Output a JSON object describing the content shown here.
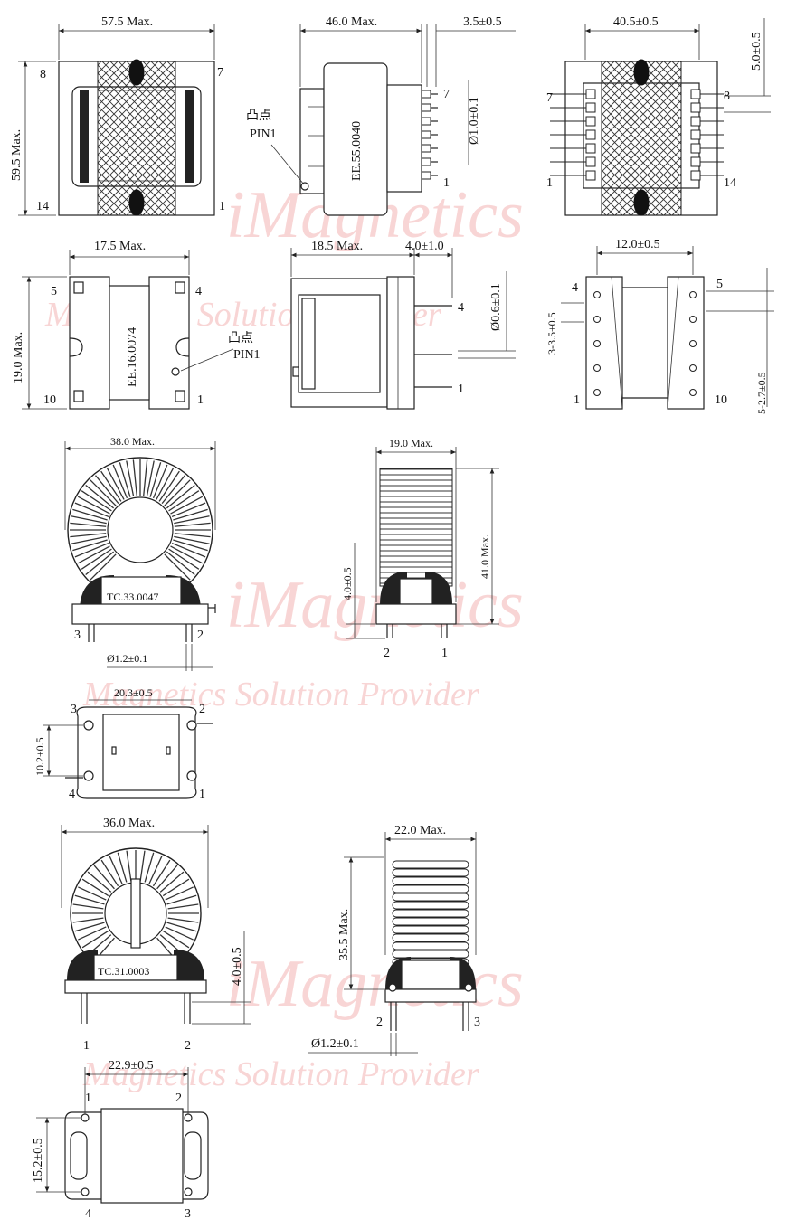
{
  "watermark": {
    "brand": "iMagnetics",
    "tagline": "Magnetics Solution Provider"
  },
  "ee55": {
    "top_view": {
      "width": "57.5 Max.",
      "height": "59.5  Max.",
      "pins": [
        "8",
        "7",
        "14",
        "1"
      ]
    },
    "side_view": {
      "width": "46.0 Max.",
      "pin_spacing": "3.5±0.5",
      "pin_dia": "Ø1.0±0.1",
      "part": "EE.55.0040",
      "pin1_note_cn": "凸点",
      "pin1_note": "PIN1",
      "pins": [
        "7",
        "1"
      ]
    },
    "bottom_view": {
      "width": "40.5±0.5",
      "pitch": "5.0±0.5",
      "pins": [
        "7",
        "8",
        "1",
        "14"
      ]
    }
  },
  "ee16": {
    "front_view": {
      "width": "17.5 Max.",
      "height": "19.0 Max.",
      "part": "EE.16.0074",
      "pin1_note_cn": "凸点",
      "pin1_note": "PIN1",
      "pins": [
        "5",
        "4",
        "10",
        "1"
      ]
    },
    "side_view": {
      "width": "18.5 Max.",
      "pin_len": "4.0±1.0",
      "pin_dia": "Ø0.6±0.1",
      "pins": [
        "4",
        "1"
      ]
    },
    "bottom_view": {
      "width": "12.0±0.5",
      "pitch_a": "3-3.5±0.5",
      "pitch_b": "5-2.7±0.5",
      "pins": [
        "4",
        "5",
        "1",
        "10"
      ]
    }
  },
  "tc33": {
    "front_view": {
      "width": "38.0 Max.",
      "part": "TC.33.0047",
      "pin_dia": "Ø1.2±0.1",
      "pins": [
        "3",
        "2"
      ]
    },
    "side_view": {
      "width": "19.0 Max.",
      "height": "41.0 Max.",
      "pin_len": "4.0±0.5",
      "pins": [
        "2",
        "1"
      ]
    },
    "bottom_view": {
      "width": "20.3±0.5",
      "pitch": "10.2±0.5",
      "pins": [
        "3",
        "2",
        "4",
        "1"
      ]
    }
  },
  "tc31": {
    "front_view": {
      "width": "36.0 Max.",
      "part": "TC.31.0003",
      "pin_len": "4.0±0.5",
      "pins": [
        "1",
        "2"
      ]
    },
    "side_view": {
      "width": "22.0 Max.",
      "height": "35.5 Max.",
      "pin_dia": "Ø1.2±0.1",
      "pins": [
        "2",
        "3"
      ]
    },
    "bottom_view": {
      "width": "22.9±0.5",
      "pitch": "15.2±0.5",
      "pins": [
        "1",
        "2",
        "4",
        "3"
      ]
    }
  }
}
